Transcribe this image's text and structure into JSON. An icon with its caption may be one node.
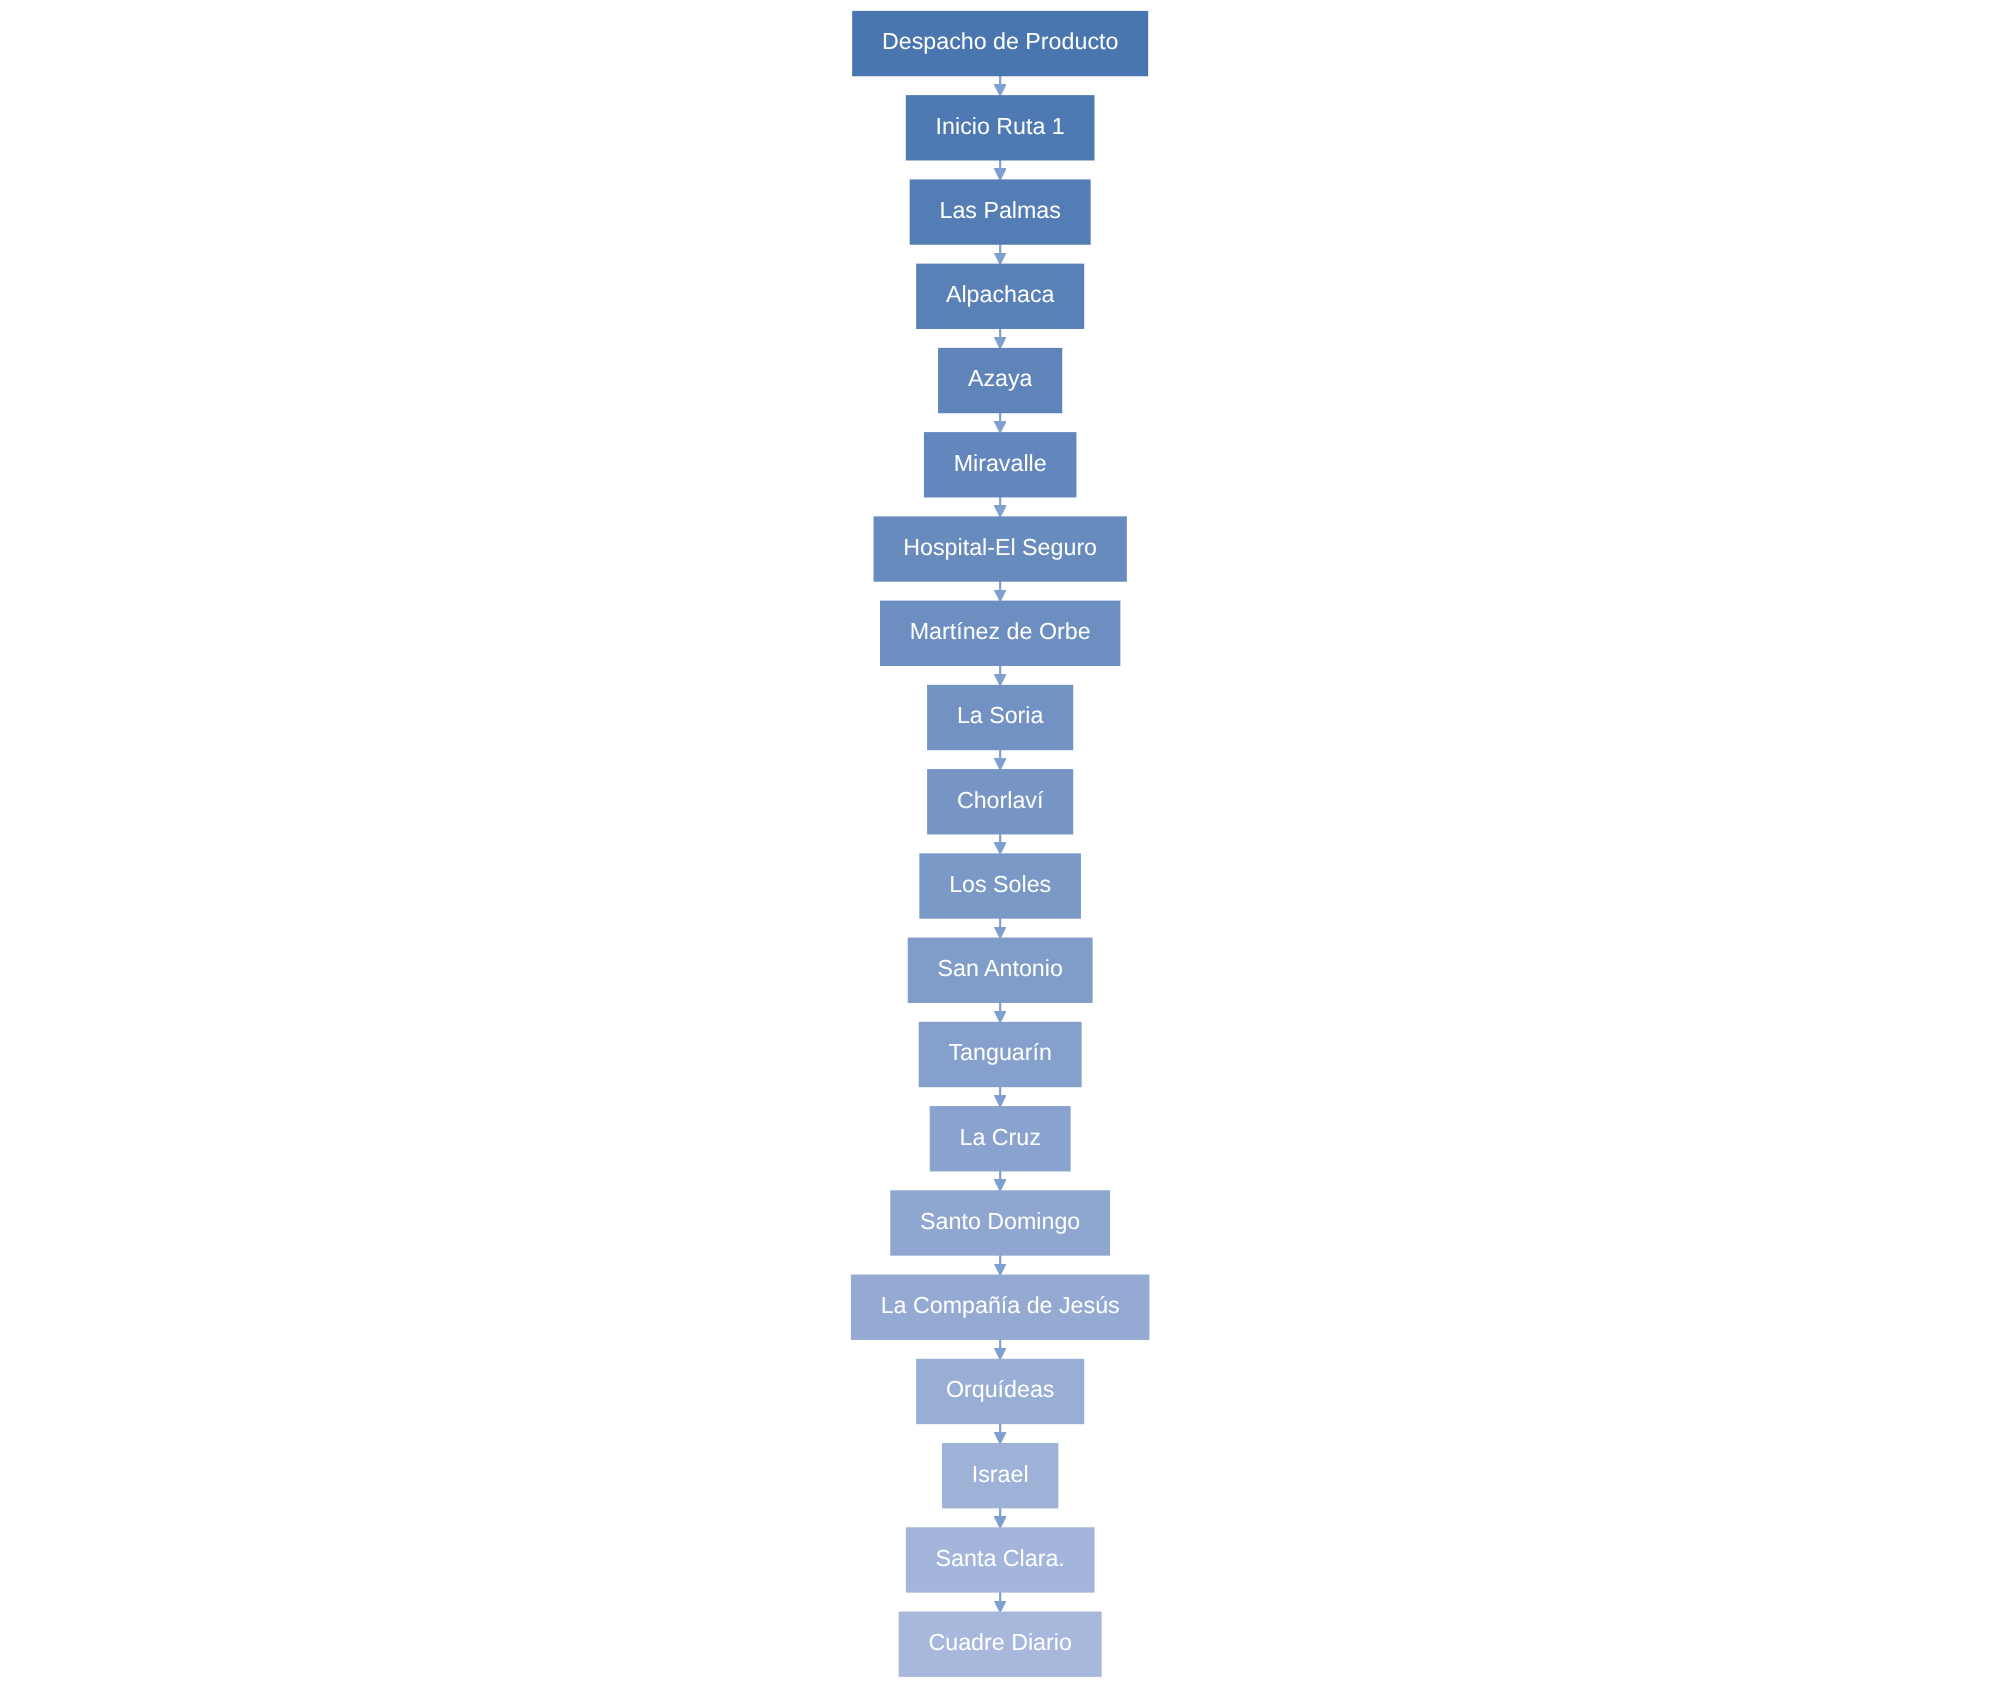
{
  "diagram": {
    "nodes": [
      {
        "text": [
          "Despacho de Producto"
        ]
      },
      {
        "text": [
          "Inicio Ruta 1"
        ]
      },
      {
        "text": [
          "Las Palmas"
        ]
      },
      {
        "text": [
          "Alpachaca"
        ]
      },
      {
        "text": [
          "Azaya"
        ]
      },
      {
        "text": [
          "Miravalle"
        ]
      },
      {
        "text": [
          "Hospital-El Seguro"
        ]
      },
      {
        "text": [
          "Martínez de Orbe"
        ]
      },
      {
        "text": [
          "La Soria"
        ]
      },
      {
        "text": [
          "Chorlaví"
        ]
      },
      {
        "text": [
          "Los Soles"
        ]
      },
      {
        "text": [
          "San Antonio"
        ]
      },
      {
        "text": [
          "Tanguarín"
        ]
      },
      {
        "text": [
          "La Cruz"
        ]
      },
      {
        "text": [
          "Santo Domingo"
        ]
      },
      {
        "text": [
          "La Compañía de Jesús"
        ]
      },
      {
        "text": [
          "Orquídeas"
        ]
      },
      {
        "text": [
          "Israel"
        ]
      },
      {
        "text": [
          "Santa Clara."
        ]
      },
      {
        "text": [
          "Cuadre Diario"
        ]
      }
    ],
    "edges": [
      {
        "from": 0,
        "to": 1,
        "arrow": "to"
      },
      {
        "from": 1,
        "to": 2,
        "arrow": "to"
      },
      {
        "from": 2,
        "to": 3,
        "arrow": "to"
      },
      {
        "from": 3,
        "to": 4,
        "arrow": "to"
      },
      {
        "from": 4,
        "to": 5,
        "arrow": "to"
      },
      {
        "from": 5,
        "to": 6,
        "arrow": "to"
      },
      {
        "from": 6,
        "to": 7,
        "arrow": "to"
      },
      {
        "from": 7,
        "to": 8,
        "arrow": "to"
      },
      {
        "from": 8,
        "to": 9,
        "arrow": "to"
      },
      {
        "from": 9,
        "to": 10,
        "arrow": "to"
      },
      {
        "from": 10,
        "to": 11,
        "arrow": "to"
      },
      {
        "from": 11,
        "to": 12,
        "arrow": "to"
      },
      {
        "from": 12,
        "to": 13,
        "arrow": "to"
      },
      {
        "from": 13,
        "to": 14,
        "arrow": "to"
      },
      {
        "from": 14,
        "to": 15,
        "arrow": "to"
      },
      {
        "from": 15,
        "to": 16,
        "arrow": "to"
      },
      {
        "from": 16,
        "to": 17,
        "arrow": "to"
      },
      {
        "from": 17,
        "to": 18,
        "arrow": "to"
      },
      {
        "from": 18,
        "to": 19,
        "arrow": "to"
      }
    ]
  }
}
